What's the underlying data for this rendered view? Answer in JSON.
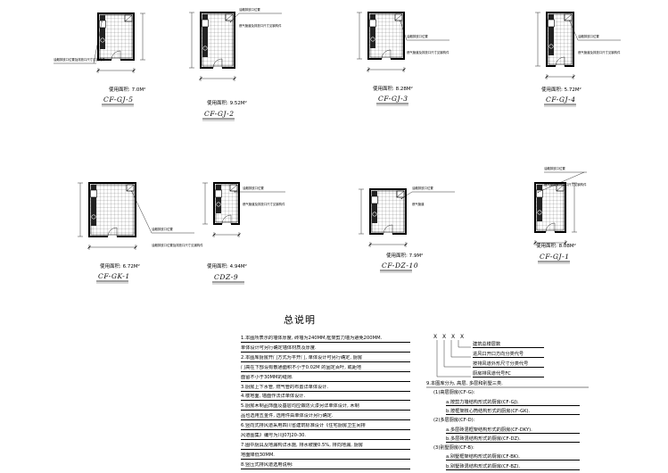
{
  "plans": [
    {
      "id": "cf-gj-5",
      "area": "使用面积: 7.0M²",
      "name": "CF-GJ-5",
      "note1": "油烟排放口位置及排放口尺寸见钢构件",
      "note2": ""
    },
    {
      "id": "cf-gj-2",
      "area": "使用面积: 9.52M²",
      "name": "CF-GJ-2",
      "note1": "油烟排放口位置",
      "note2": "燃气管道及排放口尺寸见钢构件"
    },
    {
      "id": "cf-gj-3",
      "area": "使用面积: 8.28M²",
      "name": "CF-GJ-3",
      "note1": "油烟排放口位置",
      "note2": "燃气管道及排放口尺寸见钢构件"
    },
    {
      "id": "cf-gj-4",
      "area": "使用面积: 5.72M²",
      "name": "CF-GJ-4",
      "note1": "油烟排放口位置",
      "note2": "燃气管道及排放口尺寸见钢构件"
    },
    {
      "id": "cf-gk-1",
      "area": "使用面积: 6.72M²",
      "name": "CF-GK-1",
      "note1": "油烟排放口位置",
      "note2": "油烟排放口位置及排放口尺寸见钢构件"
    },
    {
      "id": "cdz-9",
      "area": "使用面积: 4.94M²",
      "name": "CDZ-9",
      "note1": "油烟排放口位置",
      "note2": "燃气管道及排放口尺寸见钢构件"
    },
    {
      "id": "cf-dz-10",
      "area": "使用面积: 7.9M²",
      "name": "CF-DZ-10",
      "note1": "油烟排放口位置",
      "note2": "燃气管道"
    },
    {
      "id": "cf-gj-1",
      "area": "使用面积: 8.08M²",
      "name": "CF-GJ-1",
      "note1": "油烟排放口位置",
      "note2": "燃气管道及排放口尺寸见钢构件"
    }
  ],
  "notes": {
    "title": "总说明",
    "items": [
      "1.本图所表示的墙体厚度, 砖墙为240MM,框架剪力墙为避免200MM.",
      "单体设计可另行确定墙体材质及厚度.",
      "2.本图库厨房开门方式为平开门, 单体设计可另行确定, 厨房",
      "门高在下部设有散通面积不小于0.02M 的固定百叶, 或距地",
      "面留不小于30MM的缝隙.",
      "3.厨房上下水管, 燃气管的布置详单体设计.",
      "4.楼地面, 墙面作法详单体设计.",
      "5.厨房木制品饰面及基层均应做防火漆另详单体设计, 木制",
      "品也选用五金件, 选用件由单体设计另行确定.",
      "6.竖向式排风道采用四川省建筑标准设计《住宅厨房卫生间排",
      "风道图集》编号为川J07J20-30.",
      "7.图中厨具及地漏构详水施, 排水坡度0.5%, 排向地漏, 厨房",
      "地面降低30MM.",
      "8.竖压式排风道选用说明:"
    ]
  },
  "legend": {
    "code": "X X X X",
    "labels": [
      "建筑总楼层数",
      "进风口开口方向分类代号",
      "按排风道外形尺寸分类代号",
      "厨房排风道代号FC"
    ],
    "items": [
      "9.本图库分为, 高层, 多层和别墅三类.",
      "(1)高层厨房(CF-G):",
      "a.按剪力墙结构形式的厨房(CF-GJ).",
      "b.按框架核心筒结构形式的厨房(CF-GK).",
      "(2)多层厨房(CF-D):",
      "a.多层砖混框架结构形式的厨房(CF-DKY).",
      "b.多层砖混结构形式的厨房(CF-DZ).",
      "(3)别墅厨房(CF-B):",
      "a.别墅框架结构形式的厨房(CF-BK).",
      "b.别墅砖混结构形式的厨房(CF-BZ)."
    ]
  }
}
